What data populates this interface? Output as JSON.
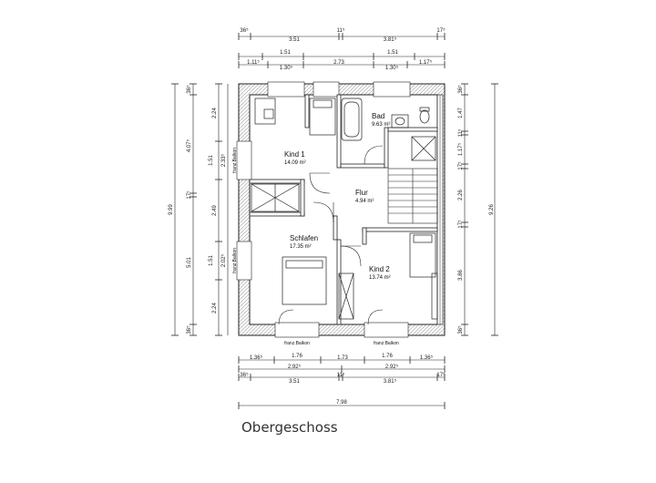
{
  "caption": "Obergeschoss",
  "rooms": {
    "kind1": {
      "name": "Kind 1",
      "area": "14.09 m²"
    },
    "bad": {
      "name": "Bad",
      "area": "9.63 m²"
    },
    "flur": {
      "name": "Flur",
      "area": "4.94 m²"
    },
    "schlafen": {
      "name": "Schlafen",
      "area": "17.35 m²"
    },
    "kind2": {
      "name": "Kind 2",
      "area": "13.74 m²"
    }
  },
  "balcony_label": "franz.Balkon",
  "dims": {
    "top_row1": [
      "36⁵",
      "3.51",
      "11⁵",
      "3.81⁵",
      "17⁵"
    ],
    "top_row2": [
      "1.51",
      "1.51"
    ],
    "top_row3": [
      "1.11⁵",
      "1.30⁵",
      "2.73",
      "1.30⁵",
      "1.17⁵"
    ],
    "bottom_row1": [
      "1.36⁵",
      "1.76",
      "1.73",
      "1.76",
      "1.36⁵"
    ],
    "bottom_row2": [
      "2.92⁵",
      "2.92⁵"
    ],
    "bottom_row3": [
      "36⁵",
      "3.51",
      "11⁵",
      "3.81⁵",
      "17⁵"
    ],
    "bottom_total": "7.98",
    "left_total": "9.99",
    "left_row1": [
      "36⁵",
      "4.07⁵",
      "17⁵",
      "5.01",
      "36⁵"
    ],
    "left_row2": [
      "2.24",
      "1.51",
      "2.49",
      "1.51",
      "2.24"
    ],
    "left_row3": [
      "2.33⁵",
      "2.02⁵"
    ],
    "right_total": "9.26",
    "right_row1": [
      "36⁵",
      "1.47",
      "11⁵",
      "1.17⁵",
      "17⁵",
      "2.26",
      "17⁵",
      "3.86",
      "36⁵"
    ]
  }
}
